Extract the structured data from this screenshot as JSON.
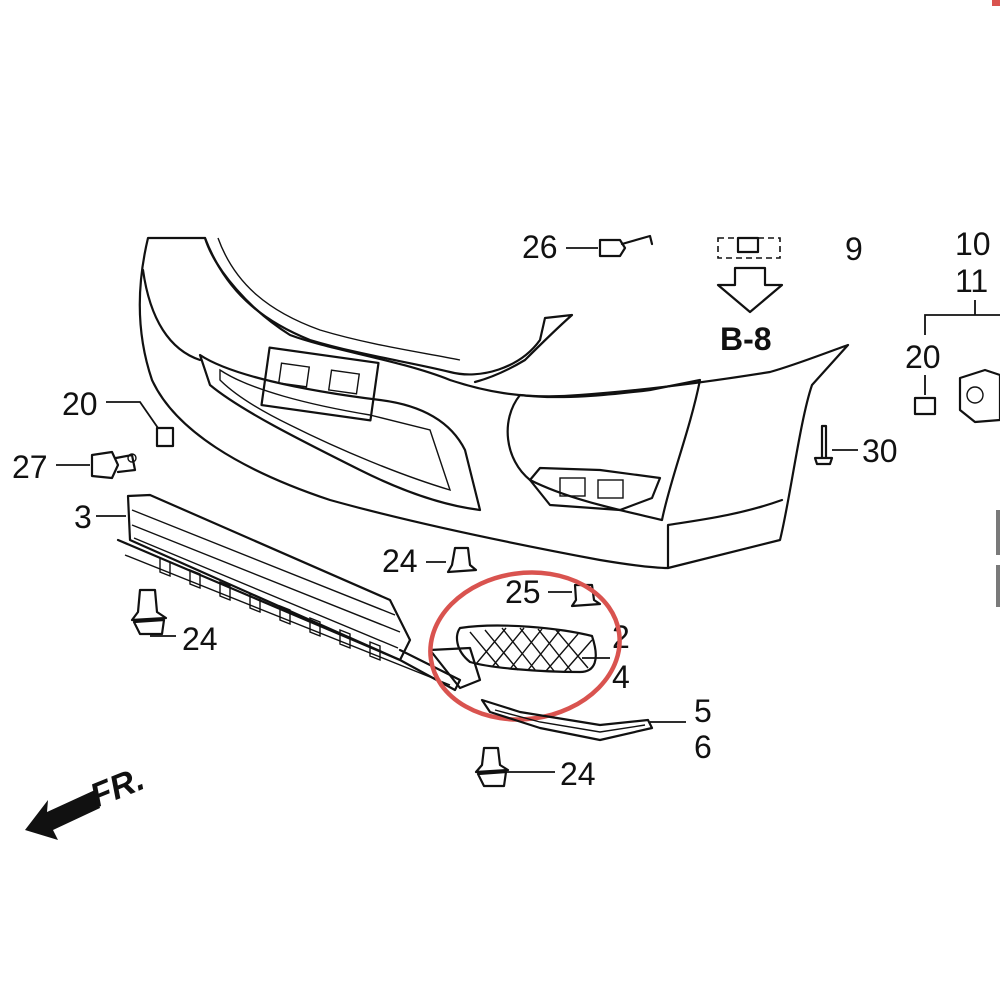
{
  "diagram": {
    "accent_color": "#d9534f",
    "callouts": {
      "n26": "26",
      "n9": "9",
      "n10": "10",
      "n11": "11",
      "n20_left": "20",
      "n20_right": "20",
      "n27": "27",
      "n3": "3",
      "n30": "30",
      "n24_mid": "24",
      "n24_left": "24",
      "n24_bottom": "24",
      "n25": "25",
      "n2": "2",
      "n4": "4",
      "n5": "5",
      "n6": "6"
    },
    "reference": "B-8",
    "front_label": "FR."
  }
}
